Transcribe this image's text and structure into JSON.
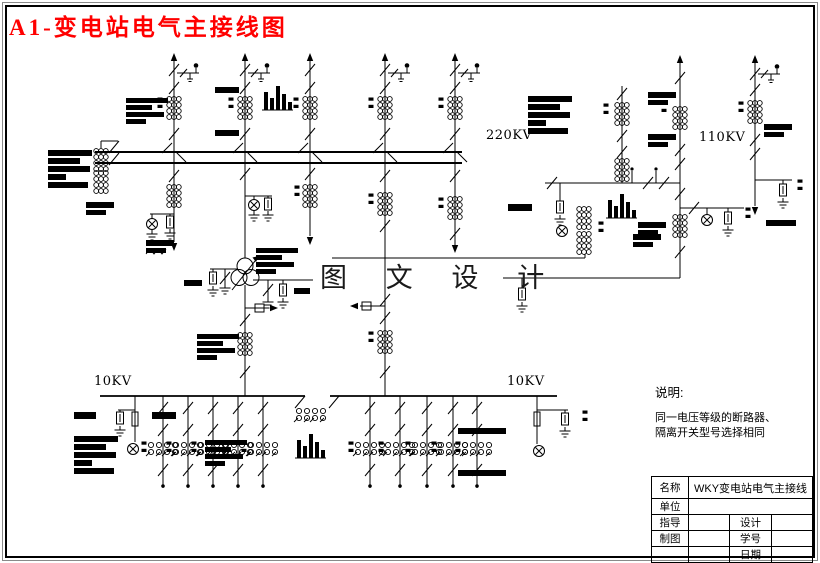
{
  "page": {
    "title": "A1-变电站电气主接线图"
  },
  "diagram": {
    "watermark": "图 文 设 计",
    "labels": {
      "kv220": "220KV",
      "kv110": "110KV",
      "kv10_left": "10KV",
      "kv10_right": "10KV"
    }
  },
  "notes": {
    "heading": "说明:",
    "line1": "同一电压等级的断路器、",
    "line2": "隔离开关型号选择相同"
  },
  "title_block": {
    "name_label": "名称",
    "name_value": "WKY变电站电气主接线",
    "unit_label": "单位",
    "advisor_label": "指导",
    "design_label": "设计",
    "draft_label": "制图",
    "student_id_label": "学号",
    "date_label": "日期"
  },
  "colors": {
    "title_red": "#ff0000",
    "ink": "#000000",
    "paper": "#ffffff"
  }
}
